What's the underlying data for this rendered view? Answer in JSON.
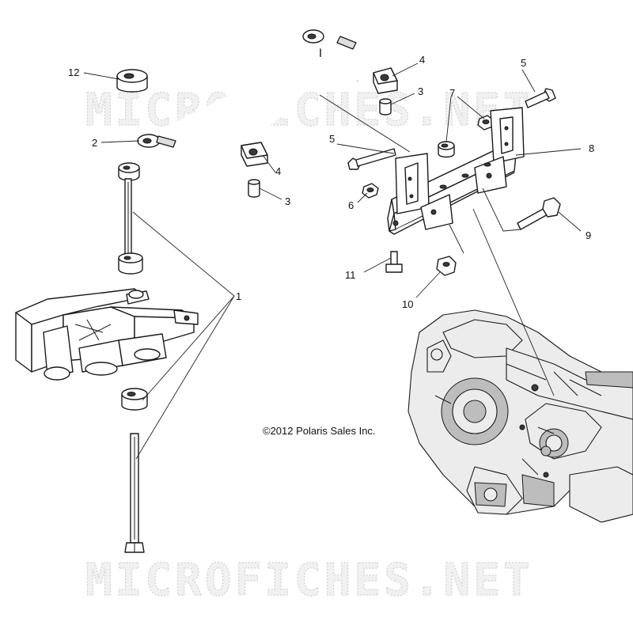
{
  "watermark": {
    "top_text": "MICROFICHES.NET",
    "bottom_text": "MICROFICHES.NET"
  },
  "copyright": "©2012 Polaris Sales Inc.",
  "callouts": {
    "c1": "1",
    "c2": "2",
    "c3a": "3",
    "c3b": "3",
    "c4a": "4",
    "c4b": "4",
    "c5a": "5",
    "c5b": "5",
    "c6": "6",
    "c7": "7",
    "c8": "8",
    "c9": "9",
    "c10": "10",
    "c11": "11",
    "c12": "12"
  }
}
